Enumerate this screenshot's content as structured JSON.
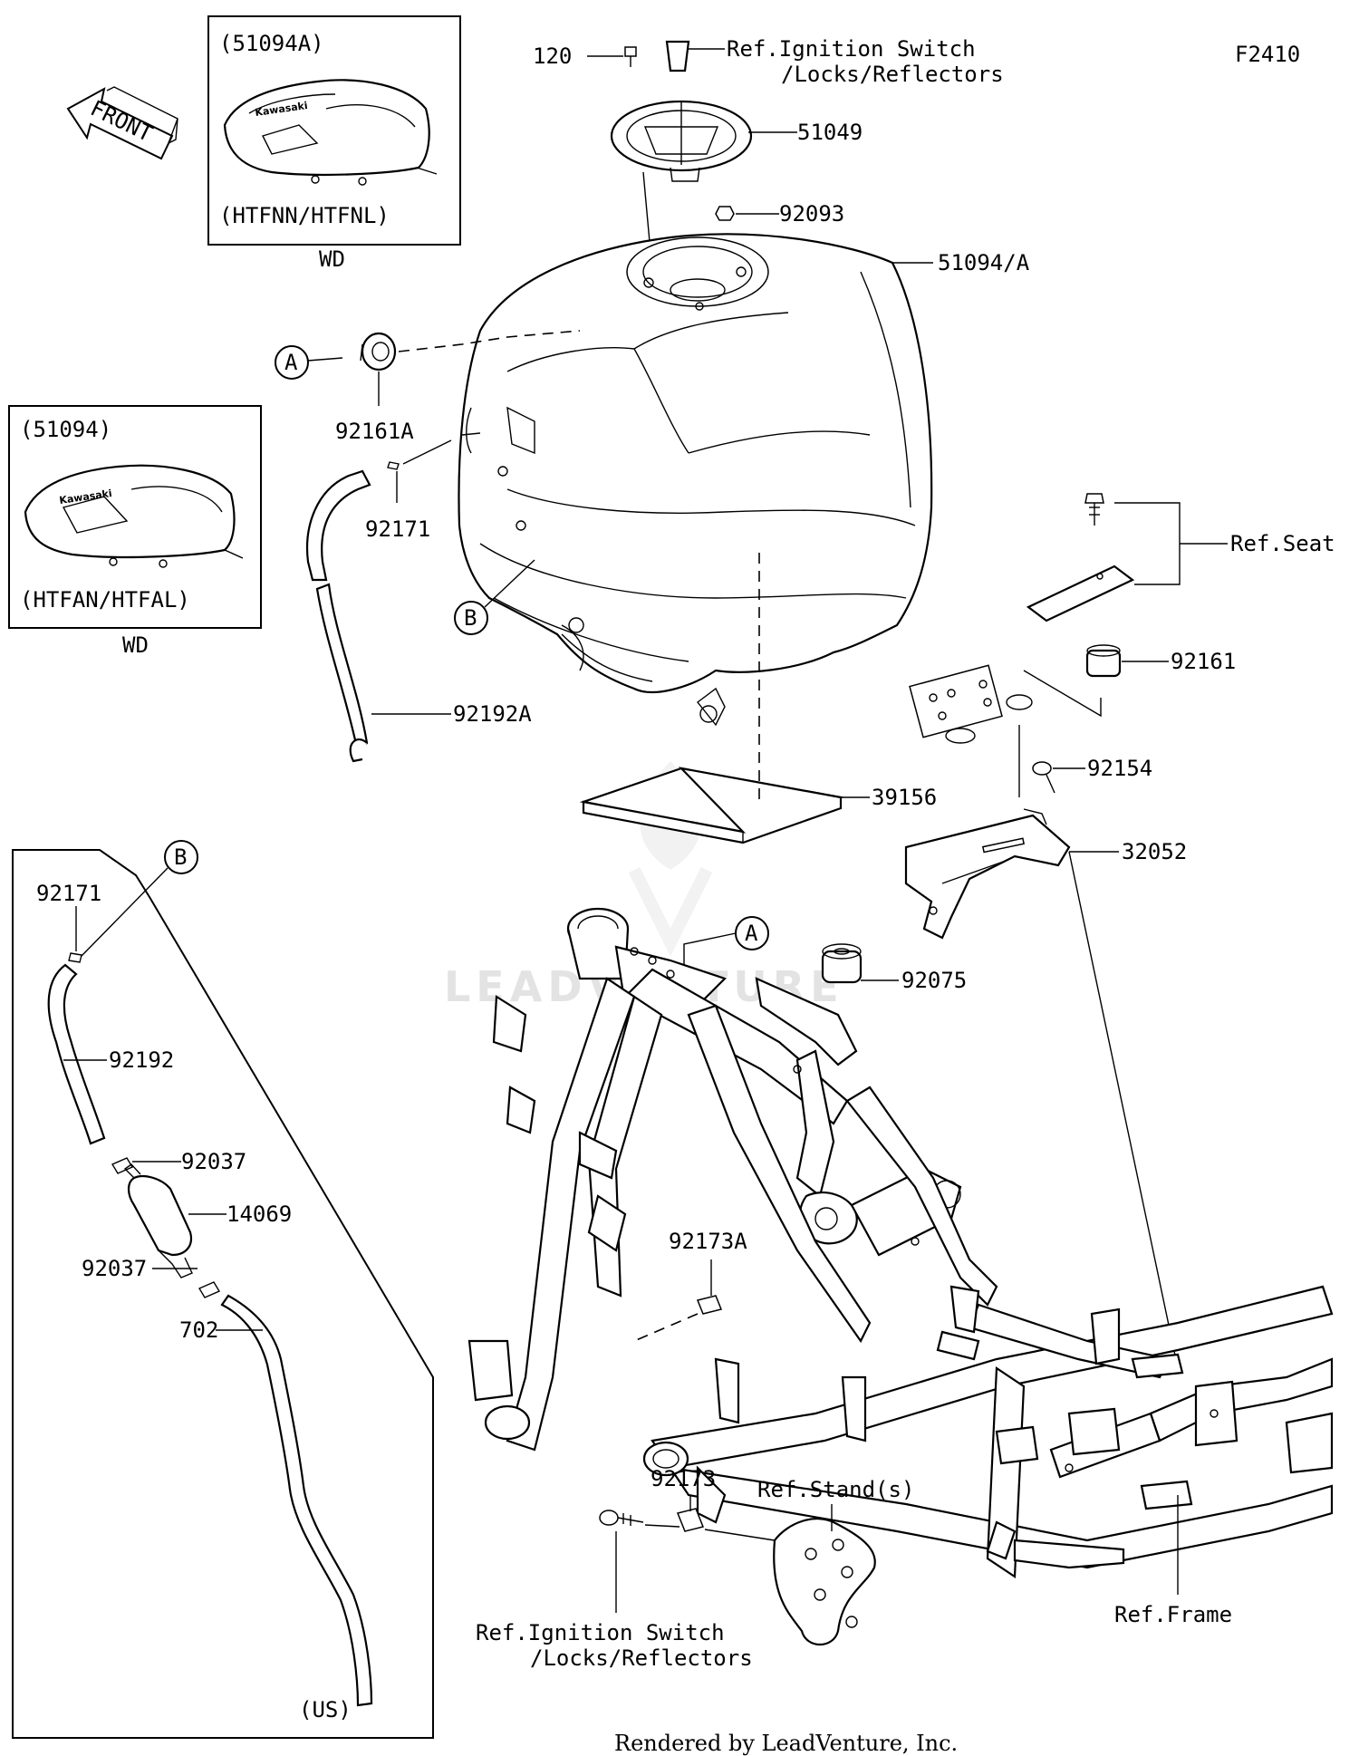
{
  "figure_code": "F2410",
  "watermark": "LEADVENTURE",
  "footer": "Rendered by LeadVenture, Inc.",
  "front_arrow": "FRONT",
  "insets": [
    {
      "id": "inset-51094a",
      "part": "(51094A)",
      "variant": "(HTFNN/HTFNL)",
      "note": "WD"
    },
    {
      "id": "inset-51094",
      "part": "(51094)",
      "variant": "(HTFAN/HTFAL)",
      "note": "WD"
    }
  ],
  "us_box_label": "(US)",
  "callout_letters": {
    "a": "A",
    "b": "B"
  },
  "labels": {
    "p120": "120",
    "ignition_top_1": "Ref.Ignition Switch",
    "ignition_top_2": "/Locks/Reflectors",
    "p51049": "51049",
    "p92093": "92093",
    "p51094a": "51094/A",
    "p92161a": "92161A",
    "p92171_top": "92171",
    "p92192a": "92192A",
    "ref_seat": "Ref.Seat",
    "p92161": "92161",
    "p92154": "92154",
    "p39156": "39156",
    "p32052": "32052",
    "p92075": "92075",
    "p92171_box": "92171",
    "p92192": "92192",
    "p92037_a": "92037",
    "p14069": "14069",
    "p92037_b": "92037",
    "p702": "702",
    "p92173a": "92173A",
    "p92173": "92173",
    "ref_stands": "Ref.Stand(s)",
    "ref_frame": "Ref.Frame",
    "ignition_bot_1": "Ref.Ignition Switch",
    "ignition_bot_2": "/Locks/Reflectors"
  }
}
